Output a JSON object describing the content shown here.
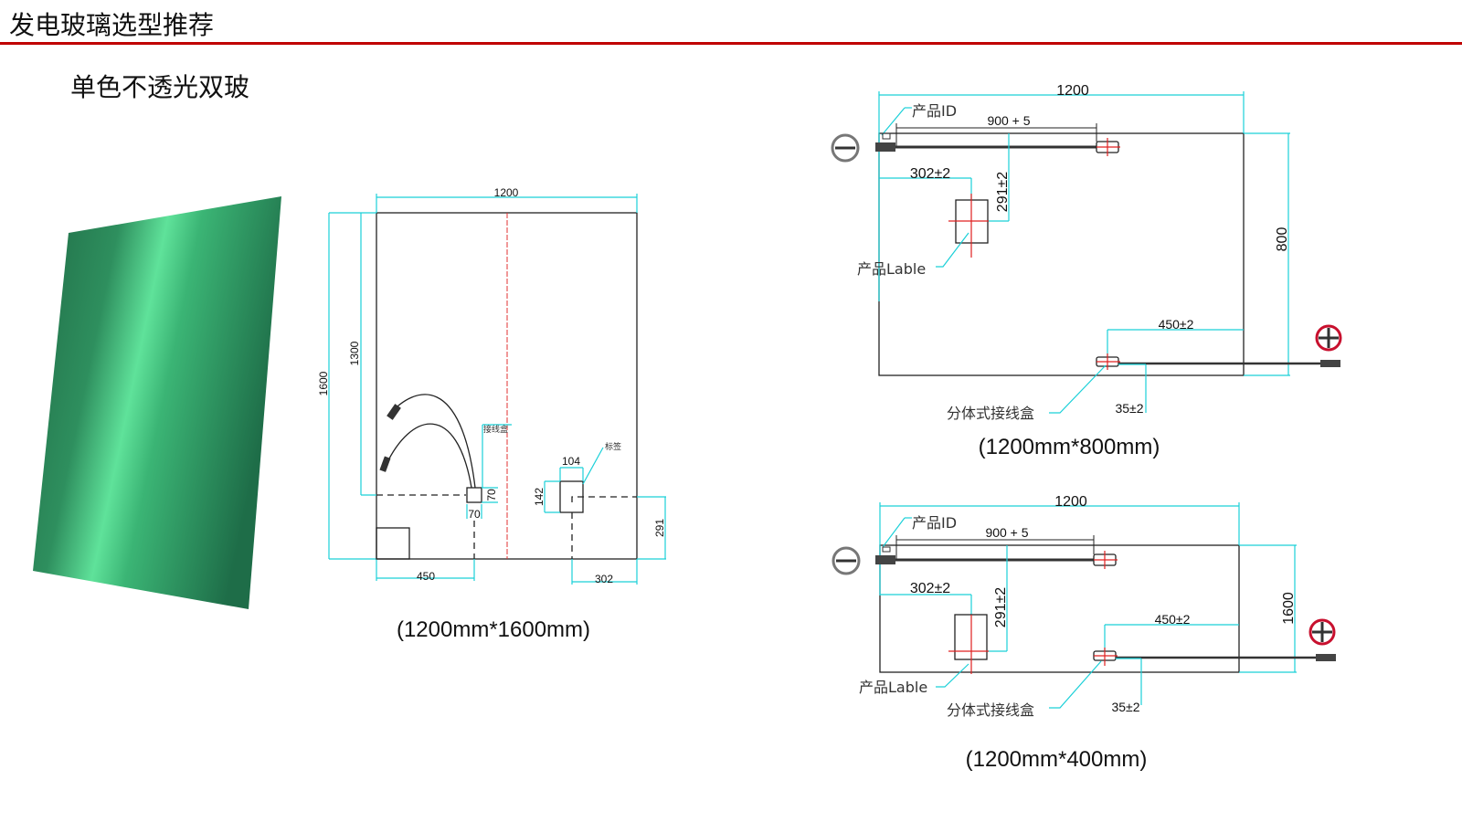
{
  "header": {
    "title": "发电玻璃选型推荐",
    "subtitle": "单色不透光双玻",
    "accent": "#c00000"
  },
  "drawing_1600": {
    "width": "1200",
    "height": "1600",
    "offset_v": "1300",
    "jbox_w": "70",
    "jbox_h": "70",
    "label_w": "104",
    "label_h": "142",
    "offset_r": "291",
    "offset_l": "450",
    "offset_b": "302",
    "jbox_label": "接线盒",
    "tag_label": "标签",
    "caption": "(1200mm*1600mm)"
  },
  "drawing_800": {
    "width": "1200",
    "cable": "900 + 5",
    "product_id": "产品ID",
    "label_x": "302±2",
    "label_y": "291±2",
    "product_label": "产品Lable",
    "height": "800",
    "jbox_x": "450±2",
    "jbox_y": "35±2",
    "jbox": "分体式接线盒",
    "caption": "(1200mm*800mm)"
  },
  "drawing_400": {
    "width": "1200",
    "cable": "900 + 5",
    "product_id": "产品ID",
    "label_x": "302±2",
    "label_y": "291±2",
    "product_label": "产品Lable",
    "height": "1600",
    "jbox_x": "450±2",
    "jbox_y": "35±2",
    "jbox": "分体式接线盒",
    "caption": "(1200mm*400mm)"
  },
  "icons": {
    "negative": "minus-circle",
    "positive": "plus-circle"
  }
}
